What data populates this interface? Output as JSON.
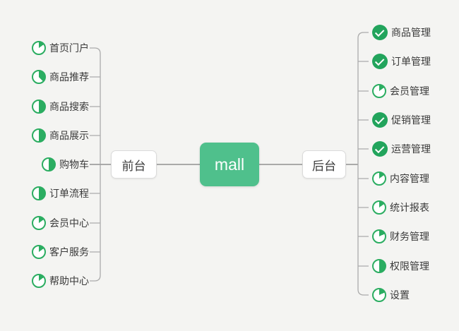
{
  "app": {
    "background": "#f4f4f2",
    "line_color": "#ababab",
    "pie_green": "#2bad61",
    "done_green": "#22a45c",
    "root_green": "#4fc08c",
    "text_color": "#3a3a3a"
  },
  "center": {
    "label": "mall"
  },
  "left_branch": {
    "label": "前台",
    "items": [
      {
        "label": "首页门户",
        "status": "progress",
        "progress": 15
      },
      {
        "label": "商品推荐",
        "status": "progress",
        "progress": 38
      },
      {
        "label": "商品搜索",
        "status": "progress",
        "progress": 50
      },
      {
        "label": "商品展示",
        "status": "progress",
        "progress": 50
      },
      {
        "label": "购物车",
        "status": "progress",
        "progress": 50
      },
      {
        "label": "订单流程",
        "status": "progress",
        "progress": 50
      },
      {
        "label": "会员中心",
        "status": "progress",
        "progress": 15
      },
      {
        "label": "客户服务",
        "status": "progress",
        "progress": 15
      },
      {
        "label": "帮助中心",
        "status": "progress",
        "progress": 15
      }
    ]
  },
  "right_branch": {
    "label": "后台",
    "items": [
      {
        "label": "商品管理",
        "status": "done",
        "progress": 100
      },
      {
        "label": "订单管理",
        "status": "done",
        "progress": 100
      },
      {
        "label": "会员管理",
        "status": "progress",
        "progress": 15
      },
      {
        "label": "促销管理",
        "status": "done",
        "progress": 100
      },
      {
        "label": "运营管理",
        "status": "done",
        "progress": 100
      },
      {
        "label": "内容管理",
        "status": "progress",
        "progress": 15
      },
      {
        "label": "统计报表",
        "status": "progress",
        "progress": 15
      },
      {
        "label": "财务管理",
        "status": "progress",
        "progress": 18
      },
      {
        "label": "权限管理",
        "status": "progress",
        "progress": 50
      },
      {
        "label": "设置",
        "status": "progress",
        "progress": 18
      }
    ]
  }
}
